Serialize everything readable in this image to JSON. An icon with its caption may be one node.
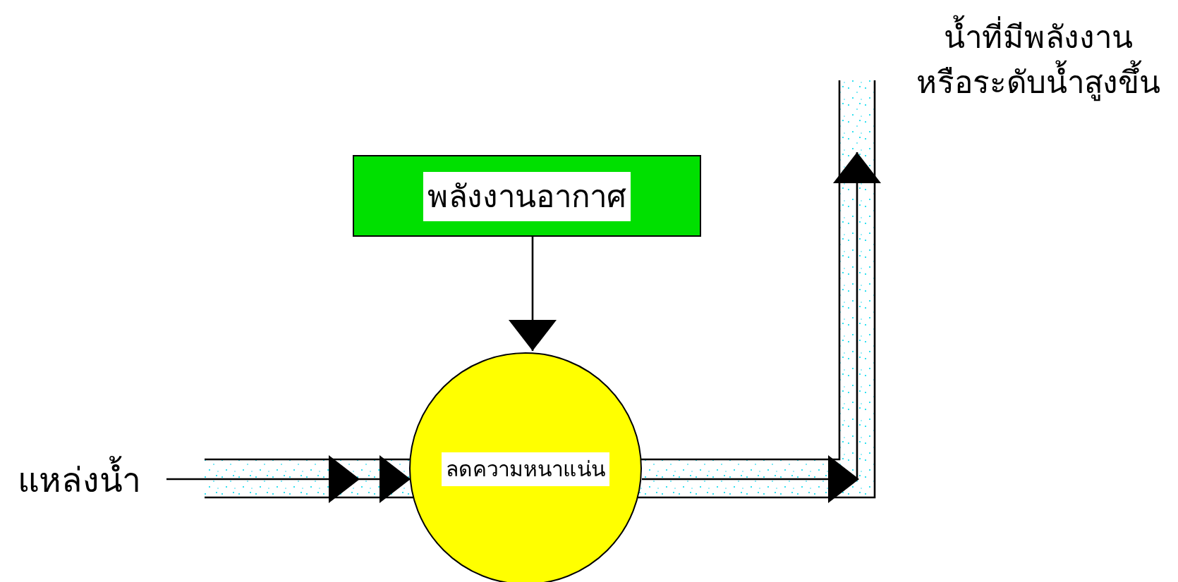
{
  "diagram": {
    "nodes": [
      {
        "text": [
          "แหล่งน้ำ"
        ]
      },
      {
        "text": [
          "พลังงานอากาศ"
        ]
      },
      {
        "text": [
          "ลดความหนาแน่น"
        ]
      },
      {
        "text": [
          "น้ำที่มีพลังงาน หรือระดับน้ำสูงขึ้น"
        ]
      }
    ],
    "edges": [
      {
        "from": 0,
        "to": 2,
        "arrow": "to"
      },
      {
        "from": 1,
        "to": 2,
        "arrow": "to"
      },
      {
        "from": 2,
        "to": 3,
        "arrow": "to"
      }
    ]
  }
}
